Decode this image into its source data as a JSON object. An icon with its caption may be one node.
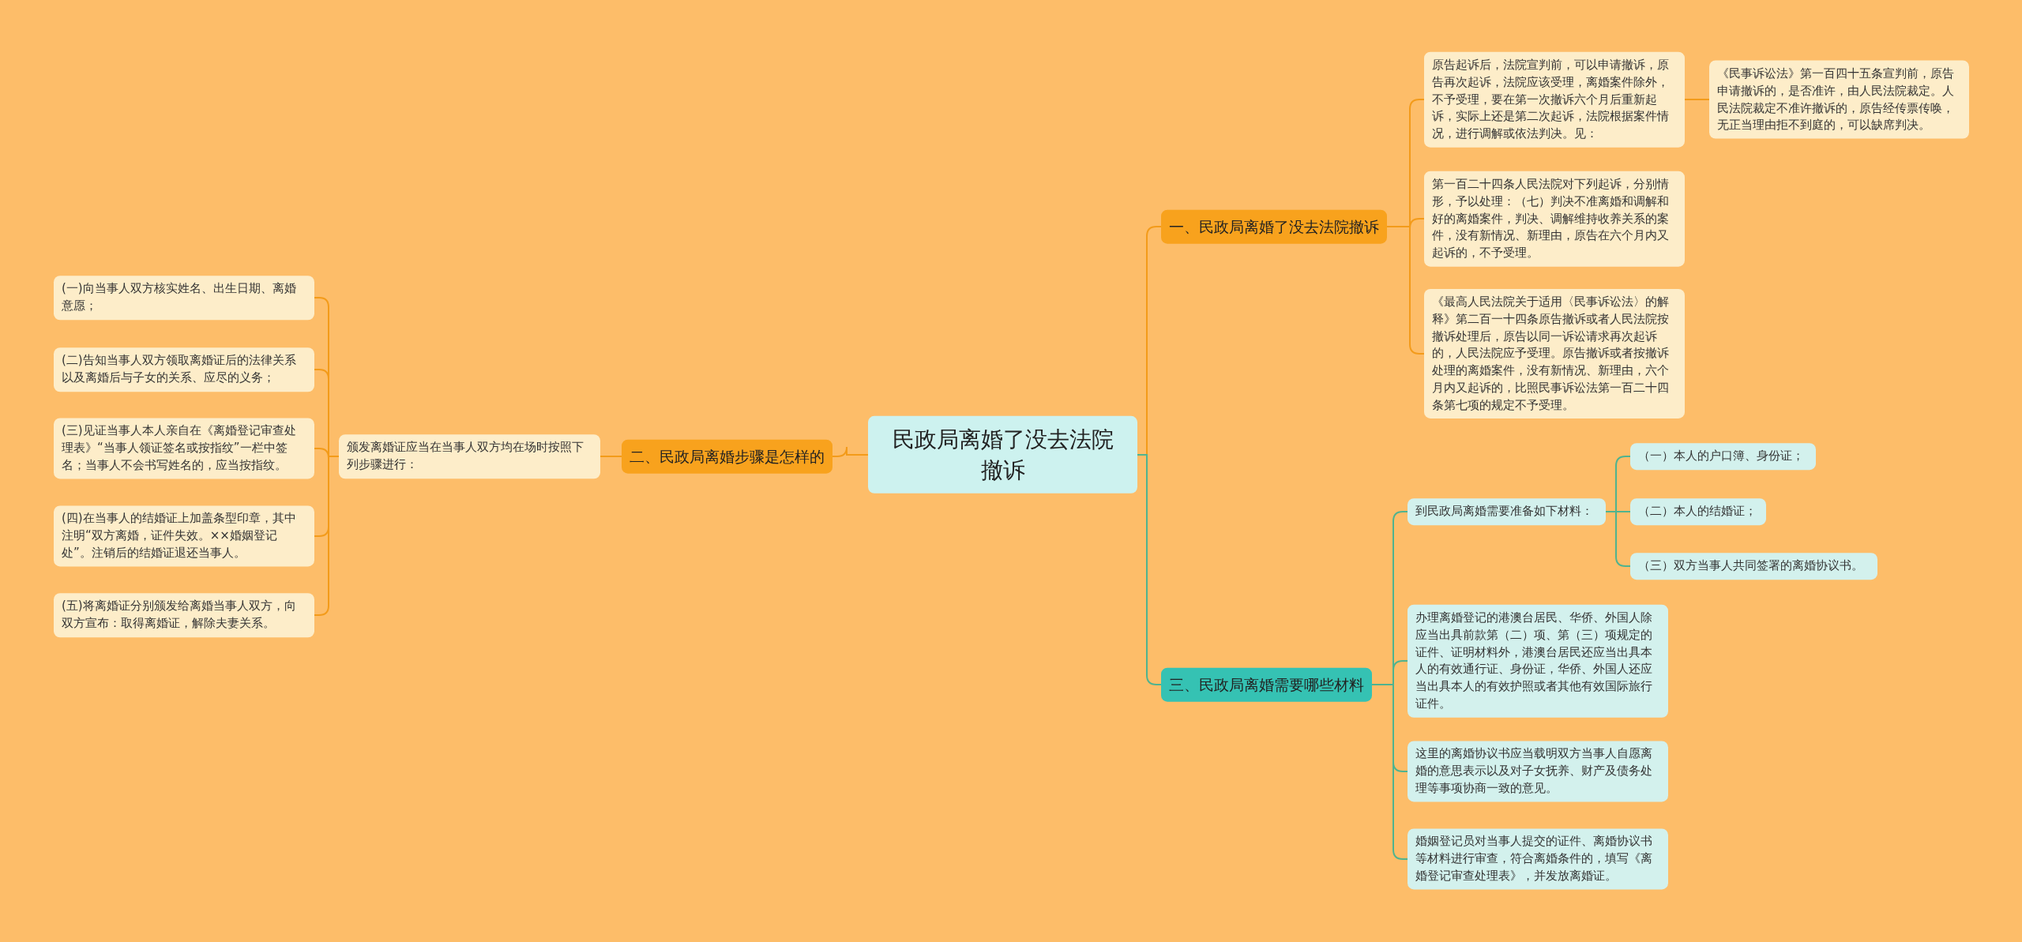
{
  "diagram": {
    "nodes": [
      {
        "text": [
          "民政局离婚了没去法院撤诉"
        ]
      },
      {
        "text": [
          "一、民政局离婚了没去法院撤诉"
        ]
      },
      {
        "text": [
          "二、民政局离婚步骤是怎样的"
        ]
      },
      {
        "text": [
          "三、民政局离婚需要哪些材料"
        ]
      },
      {
        "text": [
          "原告起诉后，法院宣判前，可以申请撤诉，原告再次起诉，法院应该受理，离婚案件除外，不予受理，要在第一次撤诉六个月后重新起诉，实际上还是第二次起诉，法院根据案件情况，进行调解或依法判决。见："
        ]
      },
      {
        "text": [
          "《民事诉讼法》第一百四十五条宣判前，原告申请撤诉的，是否准许，由人民法院裁定。人民法院裁定不准许撤诉的，原告经传票传唤，无正当理由拒不到庭的，可以缺席判决。"
        ]
      },
      {
        "text": [
          "第一百二十四条人民法院对下列起诉，分别情形，予以处理：（七）判决不准离婚和调解和好的离婚案件，判决、调解维持收养关系的案件，没有新情况、新理由，原告在六个月内又起诉的，不予受理。"
        ]
      },
      {
        "text": [
          "《最高人民法院关于适用〈民事诉讼法〉的解释》第二百一十四条原告撤诉或者人民法院按撤诉处理后，原告以同一诉讼请求再次起诉的，人民法院应予受理。原告撤诉或者按撤诉处理的离婚案件，没有新情况、新理由，六个月内又起诉的，比照民事诉讼法第一百二十四条第七项的规定不予受理。"
        ]
      },
      {
        "text": [
          "到民政局离婚需要准备如下材料："
        ]
      },
      {
        "text": [
          "（一）本人的户口簿、身份证；"
        ]
      },
      {
        "text": [
          "（二）本人的结婚证；"
        ]
      },
      {
        "text": [
          "（三）双方当事人共同签署的离婚协议书。"
        ]
      },
      {
        "text": [
          "办理离婚登记的港澳台居民、华侨、外国人除应当出具前款第（二）项、第（三）项规定的证件、证明材料外，港澳台居民还应当出具本人的有效通行证、身份证，华侨、外国人还应当出具本人的有效护照或者其他有效国际旅行证件。"
        ]
      },
      {
        "text": [
          "这里的离婚协议书应当载明双方当事人自愿离婚的意思表示以及对子女抚养、财产及债务处理等事项协商一致的意见。"
        ]
      },
      {
        "text": [
          "婚姻登记员对当事人提交的证件、离婚协议书等材料进行审查，符合离婚条件的，填写《离婚登记审查处理表》，并发放离婚证。"
        ]
      },
      {
        "text": [
          "颁发离婚证应当在当事人双方均在场时按照下列步骤进行："
        ]
      },
      {
        "text": [
          "(一)向当事人双方核实姓名、出生日期、离婚意愿；"
        ]
      },
      {
        "text": [
          "(二)告知当事人双方领取离婚证后的法律关系以及离婚后与子女的关系、应尽的义务；"
        ]
      },
      {
        "text": [
          "(三)见证当事人本人亲自在《离婚登记审查处理表》“当事人领证签名或按指纹”一栏中签名；当事人不会书写姓名的，应当按指纹。"
        ]
      },
      {
        "text": [
          "(四)在当事人的结婚证上加盖条型印章，其中注明“双方离婚，证件失效。××婚姻登记处”。注销后的结婚证退还当事人。"
        ]
      },
      {
        "text": [
          "(五)将离婚证分别颁发给离婚当事人双方，向双方宣布：取得离婚证，解除夫妻关系。"
        ]
      }
    ],
    "edges": [
      {
        "from": 0,
        "to": 1,
        "arrow": "none"
      },
      {
        "from": 0,
        "to": 2,
        "arrow": "none"
      },
      {
        "from": 0,
        "to": 3,
        "arrow": "none",
        "color": "#4fb38f"
      },
      {
        "from": 1,
        "to": 4,
        "arrow": "none"
      },
      {
        "from": 1,
        "to": 6,
        "arrow": "none"
      },
      {
        "from": 1,
        "to": 7,
        "arrow": "none"
      },
      {
        "from": 4,
        "to": 5,
        "arrow": "none"
      },
      {
        "from": 3,
        "to": 8,
        "arrow": "none",
        "color": "#4fb38f"
      },
      {
        "from": 3,
        "to": 12,
        "arrow": "none",
        "color": "#4fb38f"
      },
      {
        "from": 3,
        "to": 13,
        "arrow": "none",
        "color": "#4fb38f"
      },
      {
        "from": 3,
        "to": 14,
        "arrow": "none",
        "color": "#4fb38f"
      },
      {
        "from": 8,
        "to": 9,
        "arrow": "none",
        "color": "#4fb38f"
      },
      {
        "from": 8,
        "to": 10,
        "arrow": "none",
        "color": "#4fb38f"
      },
      {
        "from": 8,
        "to": 11,
        "arrow": "none",
        "color": "#4fb38f"
      },
      {
        "from": 2,
        "to": 15,
        "arrow": "none"
      },
      {
        "from": 15,
        "to": 16,
        "arrow": "none"
      },
      {
        "from": 15,
        "to": 17,
        "arrow": "none"
      },
      {
        "from": 15,
        "to": 18,
        "arrow": "none"
      },
      {
        "from": 15,
        "to": 19,
        "arrow": "none"
      },
      {
        "from": 15,
        "to": 20,
        "arrow": "none"
      }
    ]
  }
}
